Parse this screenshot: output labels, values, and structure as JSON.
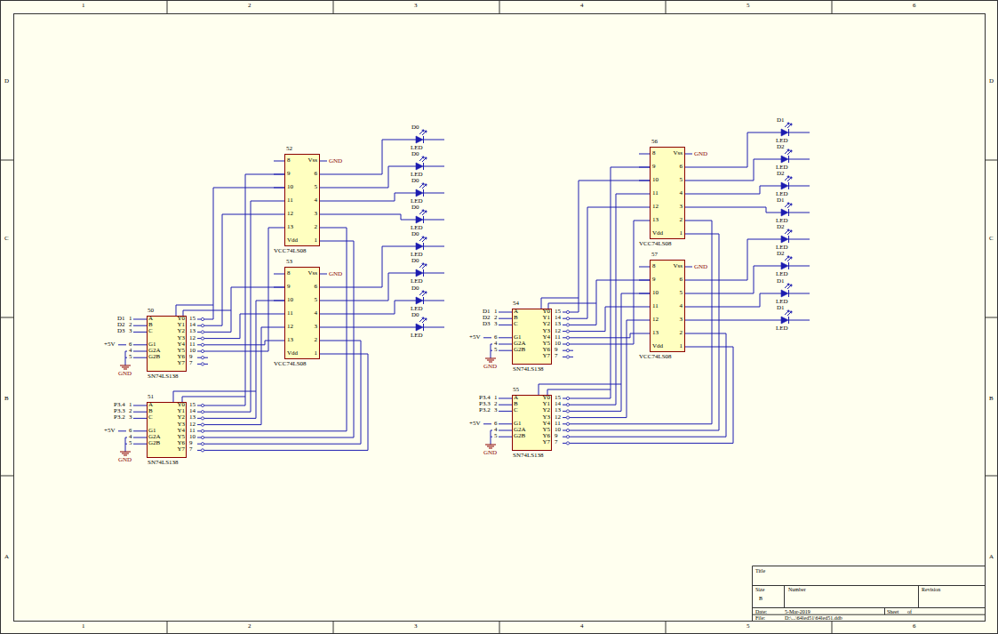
{
  "diagram": {
    "nodes": [
      {
        "text": [
          "52",
          "8",
          "9",
          "10",
          "11",
          "12",
          "13",
          "Vdd",
          "Vss",
          "6",
          "5",
          "4",
          "3",
          "2",
          "1",
          "VCC74LS08"
        ]
      },
      {
        "text": [
          "53",
          "8",
          "9",
          "10",
          "11",
          "12",
          "13",
          "Vdd",
          "Vss",
          "6",
          "5",
          "4",
          "3",
          "2",
          "1",
          "VCC74LS08"
        ]
      },
      {
        "text": [
          "50",
          "A",
          "B",
          "C",
          "G1",
          "G2A",
          "G2B",
          "Y0",
          "Y1",
          "Y2",
          "Y3",
          "Y4",
          "Y5",
          "Y6",
          "Y7",
          "1",
          "2",
          "3",
          "6",
          "4",
          "5",
          "15",
          "14",
          "13",
          "12",
          "11",
          "10",
          "9",
          "7",
          "SN74LS138"
        ]
      },
      {
        "text": [
          "51",
          "A",
          "B",
          "C",
          "G1",
          "G2A",
          "G2B",
          "Y0",
          "Y1",
          "Y2",
          "Y3",
          "Y4",
          "Y5",
          "Y6",
          "Y7",
          "1",
          "2",
          "3",
          "6",
          "4",
          "5",
          "15",
          "14",
          "13",
          "12",
          "11",
          "10",
          "9",
          "7",
          "SN74LS138"
        ]
      },
      {
        "text": [
          "56",
          "8",
          "9",
          "10",
          "11",
          "12",
          "13",
          "Vdd",
          "Vss",
          "6",
          "5",
          "4",
          "3",
          "2",
          "1",
          "VCC74LS08"
        ]
      },
      {
        "text": [
          "57",
          "8",
          "9",
          "10",
          "11",
          "12",
          "13",
          "Vdd",
          "Vss",
          "6",
          "5",
          "4",
          "3",
          "2",
          "1",
          "VCC74LS08"
        ]
      },
      {
        "text": [
          "54",
          "A",
          "B",
          "C",
          "G1",
          "G2A",
          "G2B",
          "Y0",
          "Y1",
          "Y2",
          "Y3",
          "Y4",
          "Y5",
          "Y6",
          "Y7",
          "1",
          "2",
          "3",
          "6",
          "4",
          "5",
          "15",
          "14",
          "13",
          "12",
          "11",
          "10",
          "9",
          "7",
          "SN74LS138"
        ]
      },
      {
        "text": [
          "55",
          "A",
          "B",
          "C",
          "G1",
          "G2A",
          "G2B",
          "Y0",
          "Y1",
          "Y2",
          "Y3",
          "Y4",
          "Y5",
          "Y6",
          "Y7",
          "1",
          "2",
          "3",
          "6",
          "4",
          "5",
          "15",
          "14",
          "13",
          "12",
          "11",
          "10",
          "9",
          "7",
          "SN74LS138"
        ]
      }
    ],
    "edges": [
      {
        "from": 2,
        "to": 0,
        "arrow": "none"
      },
      {
        "from": 2,
        "to": 1,
        "arrow": "none"
      },
      {
        "from": 3,
        "to": 0,
        "arrow": "none"
      },
      {
        "from": 3,
        "to": 1,
        "arrow": "none"
      },
      {
        "from": 6,
        "to": 4,
        "arrow": "none"
      },
      {
        "from": 6,
        "to": 5,
        "arrow": "none"
      },
      {
        "from": 7,
        "to": 4,
        "arrow": "none"
      },
      {
        "from": 7,
        "to": 5,
        "arrow": "none"
      }
    ],
    "labels": [
      "1",
      "2",
      "3",
      "4",
      "5",
      "6",
      "1",
      "2",
      "3",
      "4",
      "5",
      "6",
      "D",
      "C",
      "B",
      "A",
      "D",
      "C",
      "B",
      "A",
      "Title",
      "Size",
      "B",
      "Number",
      "Revision",
      "Date:",
      "5-Mar-2019",
      "Sheet",
      "of",
      "File:",
      "D:\\...\\64led51\\64led51.ddb",
      "D1",
      "D2",
      "D3",
      "P3.4",
      "P3.3",
      "P3.2",
      "+5V",
      "+5V",
      "GND",
      "GND",
      "GND",
      "GND",
      "D0",
      "D0",
      "D0",
      "D0",
      "D0",
      "D0",
      "D0",
      "D0",
      "LED",
      "LED",
      "LED",
      "LED",
      "LED",
      "LED",
      "LED",
      "LED",
      "D1",
      "D2",
      "D3",
      "P3.4",
      "P3.3",
      "P3.2",
      "+5V",
      "+5V",
      "GND",
      "GND",
      "GND",
      "GND",
      "D1",
      "D2",
      "D2",
      "D1",
      "D2",
      "D2",
      "D1",
      "D1",
      "LED",
      "LED",
      "LED",
      "LED",
      "LED",
      "LED",
      "LED",
      "LED"
    ]
  }
}
